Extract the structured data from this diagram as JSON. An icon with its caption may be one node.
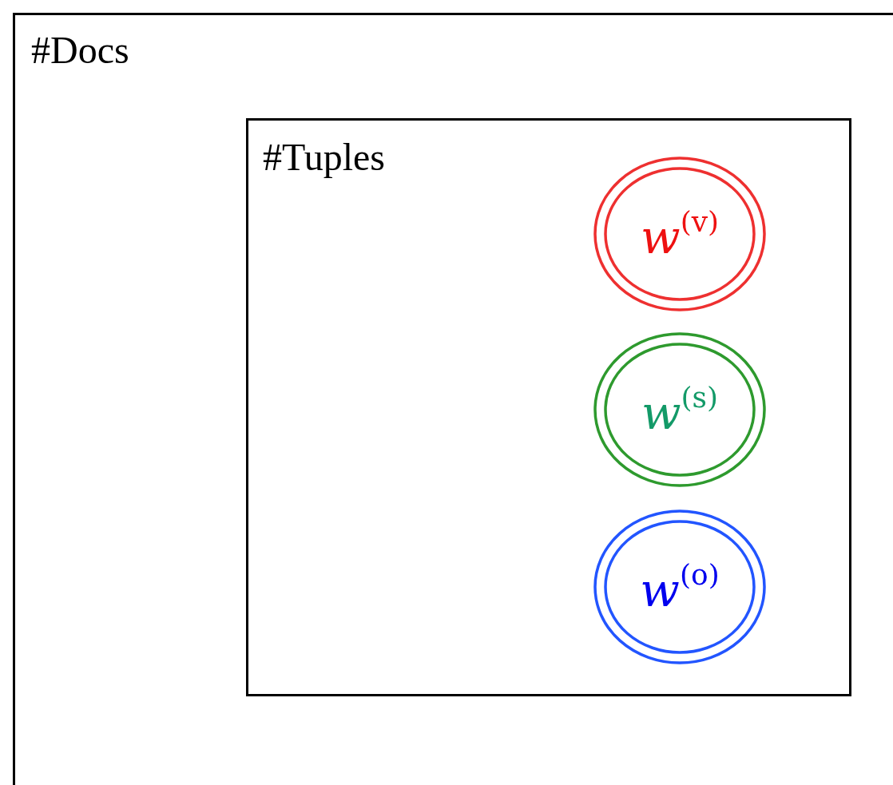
{
  "diagram": {
    "nodes": [
      {
        "text": [
          "#Docs"
        ]
      },
      {
        "text": [
          "#Tuples"
        ],
        "in": 0
      },
      {
        "text": [
          "w$^{(v)}$"
        ],
        "in": 1
      },
      {
        "text": [
          "w$^{(s)}$"
        ],
        "in": 1
      },
      {
        "text": [
          "w$^{(o)}$"
        ],
        "in": 1
      }
    ]
  }
}
